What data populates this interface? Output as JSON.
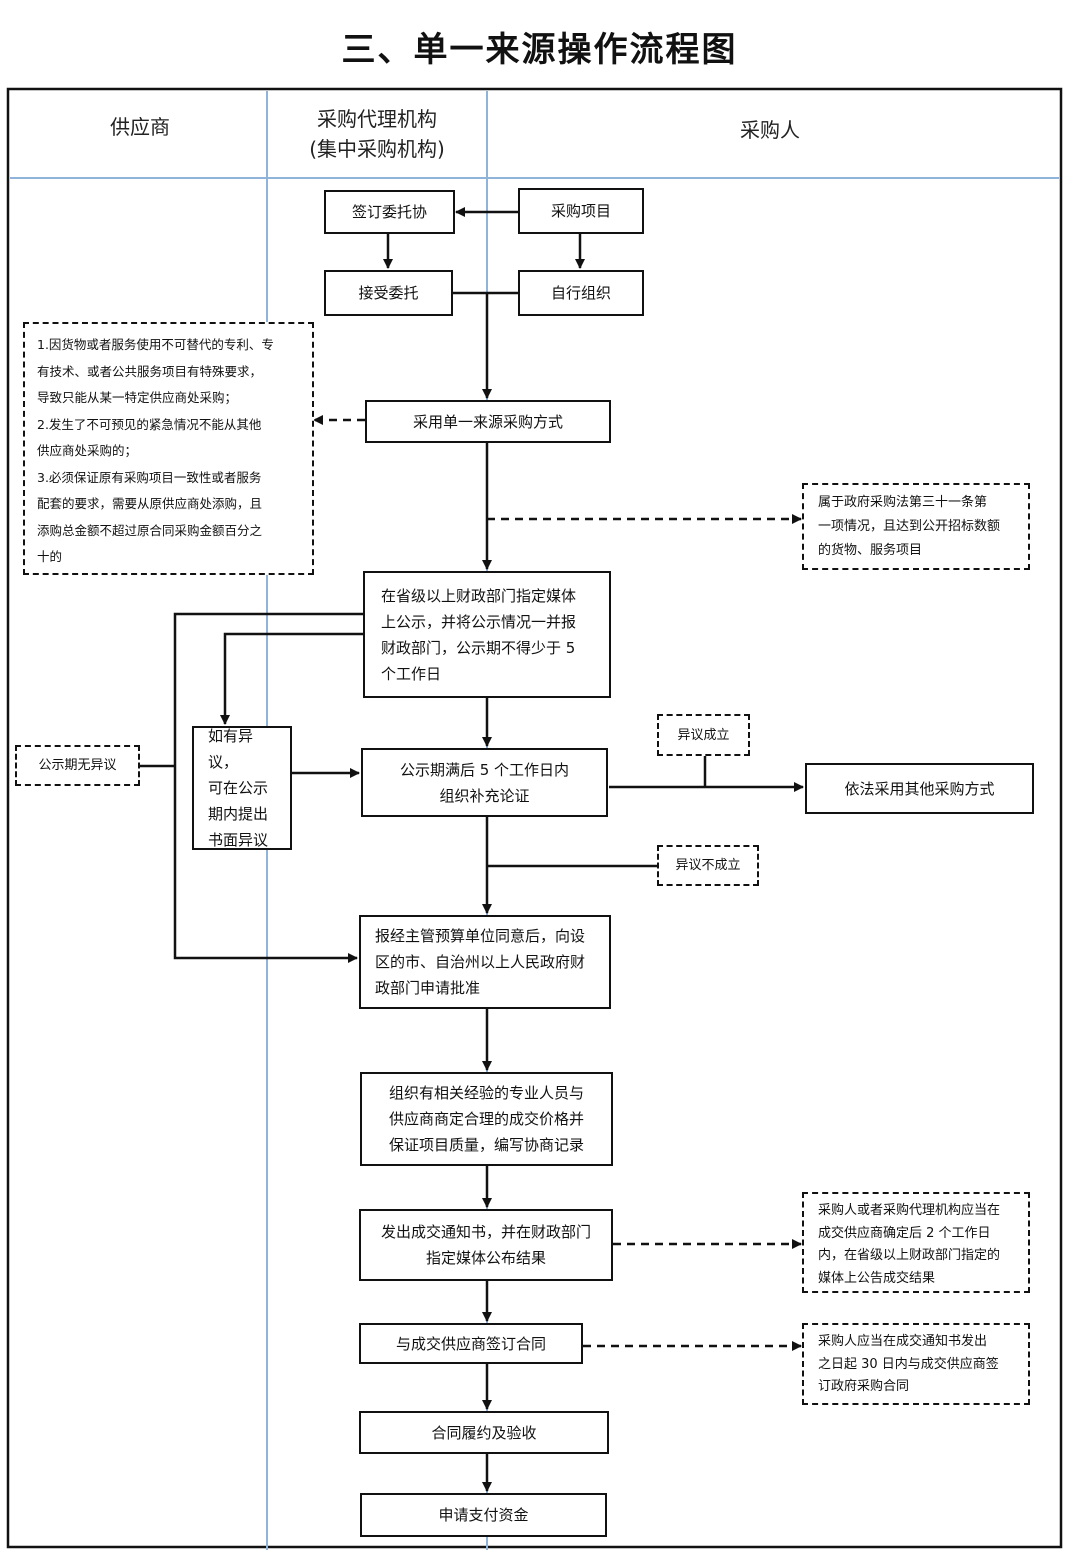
{
  "title": "三、单一来源操作流程图",
  "lanes": {
    "supplier": "供应商",
    "agency_line1": "采购代理机构",
    "agency_line2": "(集中采购机构)",
    "purchaser": "采购人"
  },
  "nodes": {
    "sign_entrust": "签订委托协",
    "purchase_project": "采购项目",
    "accept_entrust": "接受委托",
    "self_organize": "自行组织",
    "single_source": "采用单一来源采购方式",
    "publicize": "在省级以上财政部门指定媒体\n上公示，并将公示情况一并报\n财政部门，公示期不得少于 5\n个工作日",
    "objection": "如有异议，\n可在公示\n期内提出\n书面异议",
    "verification": "公示期满后 5 个工作日内\n组织补充论证",
    "other_method": "依法采用其他采购方式",
    "approval": "报经主管预算单位同意后，向设\n区的市、自治州以上人民政府财\n政部门申请批准",
    "negotiate": "组织有相关经验的专业人员与\n供应商商定合理的成交价格并\n保证项目质量，编写协商记录",
    "notice": "发出成交通知书，并在财政部门\n指定媒体公布结果",
    "sign_contract": "与成交供应商签订合同",
    "perform": "合同履约及验收",
    "payment": "申请支付资金"
  },
  "notes": {
    "conditions": "1.因货物或者服务使用不可替代的专利、专\n有技术、或者公共服务项目有特殊要求，\n导致只能从某一特定供应商处采购；\n2.发生了不可预见的紧急情况不能从其他\n供应商处采购的；\n3.必须保证原有采购项目一致性或者服务\n配套的要求，需要从原供应商处添购，且\n添购总金额不超过原合同采购金额百分之\n十的",
    "law31": "属于政府采购法第三十一条第\n一项情况，且达到公开招标数额\n的货物、服务项目",
    "no_objection": "公示期无异议",
    "objection_valid": "异议成立",
    "objection_invalid": "异议不成立",
    "announce_rule": "采购人或者采购代理机构应当在\n成交供应商确定后 2 个工作日\n内，在省级以上财政部门指定的\n媒体上公告成交结果",
    "contract_rule": "采购人应当在成交通知书发出\n之日起 30 日内与成交供应商签\n订政府采购合同"
  },
  "colors": {
    "lane_divider": "#8fb3d9",
    "line": "#111111"
  }
}
